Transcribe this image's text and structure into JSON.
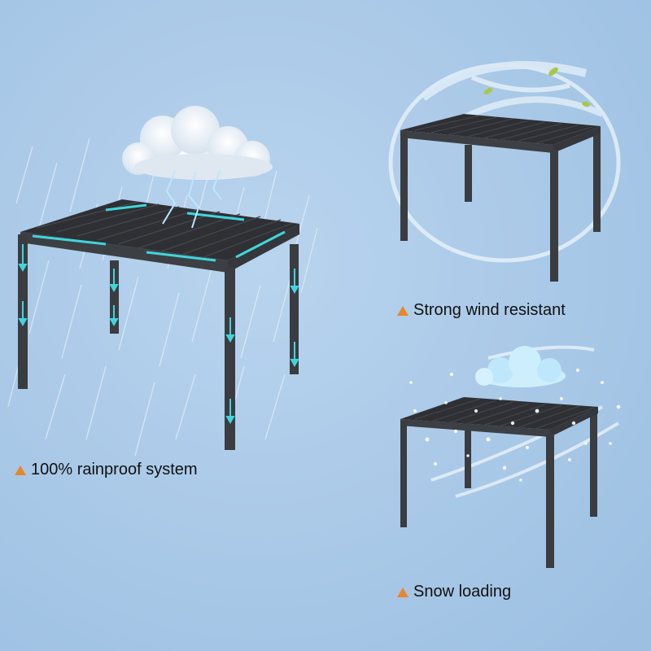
{
  "background_color": "#a7c7e6",
  "accent_color": "#e8862c",
  "features": [
    {
      "label": "100% rainproof system",
      "icon": "warning-triangle-icon"
    },
    {
      "label": "Strong wind resistant",
      "icon": "warning-triangle-icon"
    },
    {
      "label": "Snow loading",
      "icon": "warning-triangle-icon"
    }
  ]
}
